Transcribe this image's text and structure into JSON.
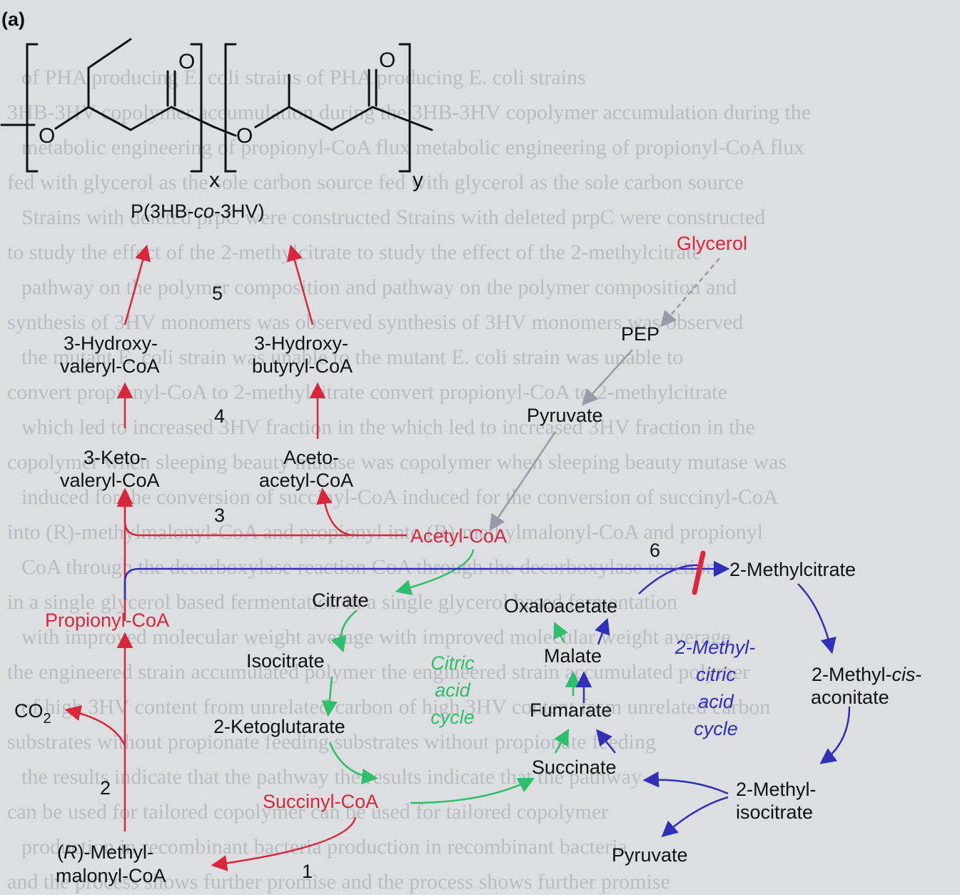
{
  "panel_label": "(a)",
  "structure": {
    "oxygen": "O",
    "carbonyl": "O",
    "sub_x": "x",
    "sub_y": "y",
    "name_prefix": "P(3HB-",
    "name_italic": "co",
    "name_suffix": "-3HV)"
  },
  "nodes": {
    "glycerol": "Glycerol",
    "pep": "PEP",
    "pyruvate_top": "Pyruvate",
    "hv_l1": "3-Hydroxy-",
    "hv_l2": "valeryl-CoA",
    "hb_l1": "3-Hydroxy-",
    "hb_l2": "butyryl-CoA",
    "kv_l1": "3-Keto-",
    "kv_l2": "valeryl-CoA",
    "aa_l1": "Aceto-",
    "aa_l2": "acetyl-CoA",
    "acetyl": "Acetyl-CoA",
    "propionyl": "Propionyl-CoA",
    "co2": "CO",
    "co2_sub": "2",
    "citrate": "Citrate",
    "isocitrate": "Isocitrate",
    "ketoglutarate": "2-Ketoglutarate",
    "succinyl": "Succinyl-CoA",
    "succinate": "Succinate",
    "fumarate": "Fumarate",
    "malate": "Malate",
    "oxaloacetate": "Oxaloacetate",
    "methylcitrate": "2-Methylcitrate",
    "mca_l1_pre": "2-Methyl-",
    "mca_l1_it": "cis",
    "mca_l1_post": "-",
    "mca_l2": "aconitate",
    "mic_l1": "2-Methyl-",
    "mic_l2": "isocitrate",
    "pyruvate_bottom": "Pyruvate",
    "mm_l1_open": "(",
    "mm_l1_it": "R",
    "mm_l1_post": ")-Methyl-",
    "mm_l2": "malonyl-CoA"
  },
  "cycles": {
    "tca_l1": "Citric",
    "tca_l2": "acid",
    "tca_l3": "cycle",
    "mc_l1": "2-Methyl-",
    "mc_l2": "citric",
    "mc_l3": "acid",
    "mc_l4": "cycle"
  },
  "step_numbers": [
    "1",
    "2",
    "3",
    "4",
    "5",
    "6"
  ],
  "background_text": [
    "of PHA producing E. coli strains",
    "3HB-3HV copolymer accumulation during the",
    "metabolic engineering of propionyl-CoA flux",
    "fed with glycerol as the sole carbon source",
    "Strains with deleted prpC were constructed",
    "to study the effect of the 2-methylcitrate",
    "pathway on the polymer composition and",
    "synthesis of 3HV monomers was observed",
    "the mutant E. coli strain was unable to",
    "convert propionyl-CoA to 2-methylcitrate",
    "which led to increased 3HV fraction in the",
    "copolymer when sleeping beauty mutase was",
    "induced for the conversion of succinyl-CoA",
    "into (R)-methylmalonyl-CoA and propionyl",
    "CoA through the decarboxylase reaction",
    "in a single glycerol based fermentation",
    "with improved molecular weight average",
    "the engineered strain accumulated polymer",
    "of high 3HV content from unrelated carbon",
    "substrates without propionate feeding",
    "the results indicate that the pathway",
    "can be used for tailored copolymer",
    "production in recombinant bacteria",
    "and the process shows further promise"
  ],
  "colors": {
    "red": "#d9263d",
    "green": "#2fbf6c",
    "blue": "#2f2fb8",
    "gray": "#9a9aa6",
    "block": "#e0263d"
  }
}
